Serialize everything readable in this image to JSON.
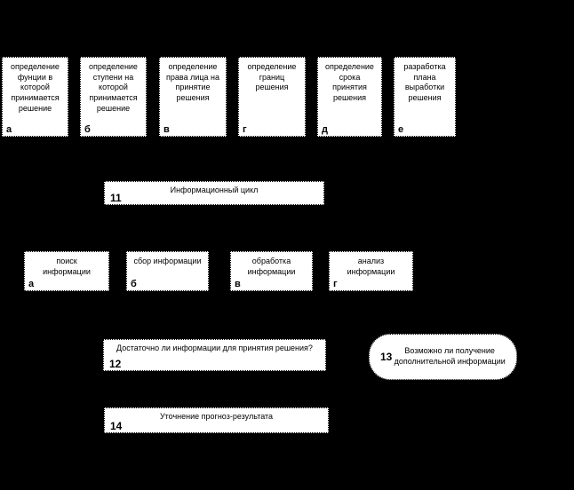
{
  "diagram": {
    "background_color": "#000000",
    "box_fill": "#ffffff",
    "box_border_color": "#000000",
    "top_row": [
      {
        "label": "а",
        "text": "определение\nфунции  в\nкоторой\nпринимается\nрешение"
      },
      {
        "label": "б",
        "text": "определение\nступени  на\nкоторой\nпринимается\nрешение"
      },
      {
        "label": "в",
        "text": "определение\nправа лица на\nпринятие\nрешения"
      },
      {
        "label": "г",
        "text": "определение\nграниц\nрешения"
      },
      {
        "label": "д",
        "text": "определение\nсрока\nпринятия\nрешения"
      },
      {
        "label": "е",
        "text": "разработка\nплана\nвыработки\nрешения"
      }
    ],
    "block11": {
      "number": "11",
      "text": "Информационный цикл"
    },
    "middle_row": [
      {
        "label": "а",
        "text": "поиск\nинформации"
      },
      {
        "label": "б",
        "text": "сбор информации"
      },
      {
        "label": "в",
        "text": "обработка\nинформации"
      },
      {
        "label": "г",
        "text": "анализ\nинформации"
      }
    ],
    "block12": {
      "number": "12",
      "text": "Достаточно ли информации для принятия решения?"
    },
    "block13": {
      "number": "13",
      "text": "Возможно ли получение\nдополнительной информации"
    },
    "block14": {
      "number": "14",
      "text": "Уточнение прогноз-результата"
    }
  }
}
